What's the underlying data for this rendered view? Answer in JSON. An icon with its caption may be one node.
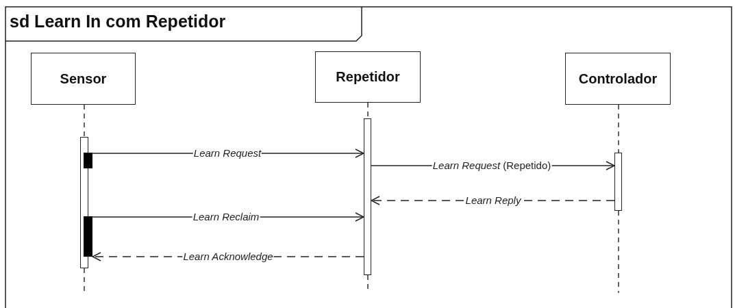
{
  "diagram": {
    "title": "sd Learn In com Repetidor",
    "nodes": [
      {
        "text": [
          "Sensor"
        ]
      },
      {
        "text": [
          "Repetidor"
        ]
      },
      {
        "text": [
          "Controlador"
        ]
      },
      {
        "text": [],
        "shape": "bar"
      },
      {
        "text": [],
        "shape": "bar"
      },
      {
        "text": [],
        "shape": "bar"
      },
      {
        "text": [],
        "shape": "bar"
      },
      {
        "text": [],
        "shape": "bar"
      }
    ],
    "edges": [
      {
        "from": 0,
        "to": 3,
        "arrow": "none",
        "style": "dashed"
      },
      {
        "from": 3,
        "to": null,
        "arrow": "none",
        "style": "dashed"
      },
      {
        "from": 1,
        "to": 6,
        "arrow": "none",
        "style": "dashed"
      },
      {
        "from": 6,
        "to": null,
        "arrow": "none",
        "style": "dashed"
      },
      {
        "from": 2,
        "to": 7,
        "arrow": "none",
        "style": "dashed"
      },
      {
        "from": 7,
        "to": null,
        "arrow": "none",
        "style": "dashed"
      },
      {
        "from": 4,
        "to": 6,
        "arrow": "to",
        "label": "Learn Request"
      },
      {
        "from": 6,
        "to": 7,
        "arrow": "to",
        "label": "*Learn Request* (Repetido)"
      },
      {
        "from": 7,
        "to": 6,
        "arrow": "to",
        "label": "Learn Reply",
        "style": "dashed"
      },
      {
        "from": 5,
        "to": 6,
        "arrow": "to",
        "label": "Learn Reclaim"
      },
      {
        "from": 6,
        "to": 5,
        "arrow": "to",
        "label": "Learn Acknowledge",
        "style": "dashed"
      }
    ]
  }
}
